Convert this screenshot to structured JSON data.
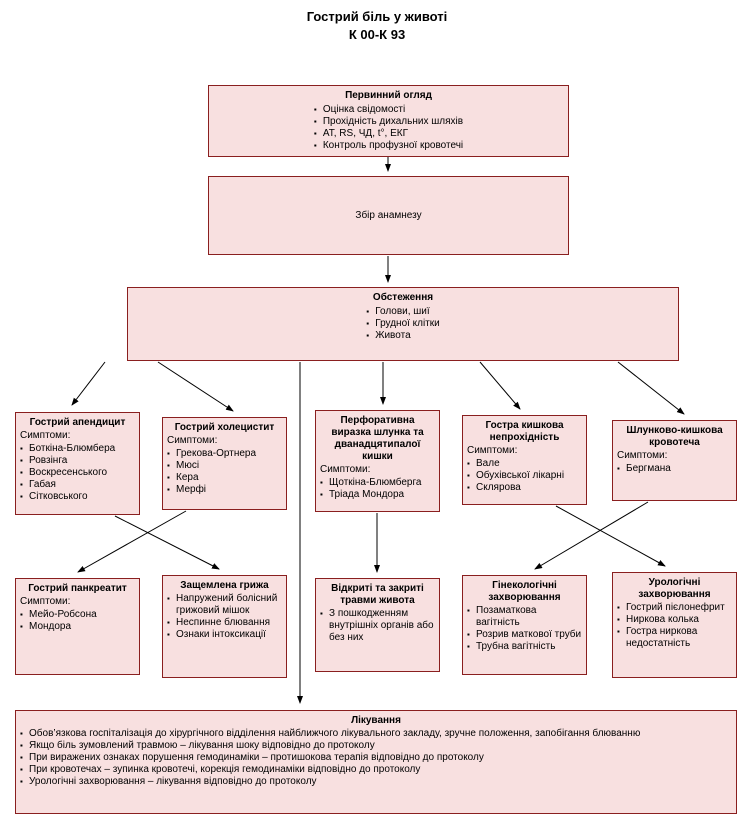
{
  "title": {
    "line1": "Гострий біль у животі",
    "line2": "К 00-К 93"
  },
  "colors": {
    "background": "#ffffff",
    "box_fill": "#f8e0e0",
    "box_border": "#8a1f1f",
    "arrow": "#000000",
    "text": "#000000"
  },
  "nodes": {
    "primary_exam": {
      "title": "Первинний огляд",
      "items": [
        "Оцінка свідомості",
        "Прохідність дихальних шляхів",
        "АТ, RS, ЧД, t°, ЕКГ",
        "Контроль профузної кровотечі"
      ]
    },
    "anamnesis": {
      "title": "Збір анамнезу"
    },
    "examination": {
      "title": "Обстеження",
      "items": [
        "Голови, шиї",
        "Грудної клітки",
        "Живота"
      ]
    },
    "appendicitis": {
      "title": "Гострий апендицит",
      "subtitle": "Симптоми:",
      "items": [
        "Боткіна-Блюмбера",
        "Ровзінга",
        "Воскресенського",
        "Габая",
        "Сітковського"
      ]
    },
    "cholecystitis": {
      "title": "Гострий холецистит",
      "subtitle": "Симптоми:",
      "items": [
        "Грекова-Ортнера",
        "Мюсі",
        "Кера",
        "Мерфі"
      ]
    },
    "perforated_ulcer": {
      "title": "Перфоративна виразка шлунка та дванадцятипалої кишки",
      "subtitle": "Симптоми:",
      "items": [
        "Щоткіна-Блюмберга",
        "Тріада Мондора"
      ]
    },
    "bowel_obstruction": {
      "title": "Гостра кишкова непрохідність",
      "subtitle": "Симптоми:",
      "items": [
        "Вале",
        "Обухівської лікарні",
        "Склярова"
      ]
    },
    "gi_bleeding": {
      "title": "Шлунково-кишкова кровотеча",
      "subtitle": "Симптоми:",
      "items": [
        "Бергмана"
      ]
    },
    "pancreatitis": {
      "title": "Гострий панкреатит",
      "subtitle": "Симптоми:",
      "items": [
        "Мейо-Робсона",
        "Мондора"
      ]
    },
    "strangulated_hernia": {
      "title": "Защемлена грижа",
      "items": [
        "Напружений болісний грижовий мішок",
        "Неспинне блювання",
        "Ознаки інтоксикації"
      ]
    },
    "abdominal_trauma": {
      "title": "Відкриті та закриті травми живота",
      "items": [
        "З пошкодженням внутрішніх органів або без них"
      ]
    },
    "gynecological": {
      "title": "Гінекологічні захворювання",
      "items": [
        "Позаматкова вагітність",
        "Розрив маткової труби",
        "Трубна вагітність"
      ]
    },
    "urological": {
      "title": "Урологічні захворювання",
      "items": [
        "Гострий пієлонефрит",
        "Ниркова колька",
        "Гостра ниркова недостатність"
      ]
    },
    "treatment": {
      "title": "Лікування",
      "items": [
        "Обов’язкова госпіталізація до хірургічного відділення найближчого лікувального закладу, зручне положення, запобігання блюванню",
        "Якщо біль зумовлений травмою – лікування шоку відповідно до протоколу",
        "При виражених ознаках порушення гемодинаміки – протишокова терапія відповідно до протоколу",
        "При кровотечах – зупинка кровотечі, корекція гемодинаміки відповідно до протоколу",
        "Урологічні захворювання – лікування відповідно до протоколу"
      ]
    }
  }
}
